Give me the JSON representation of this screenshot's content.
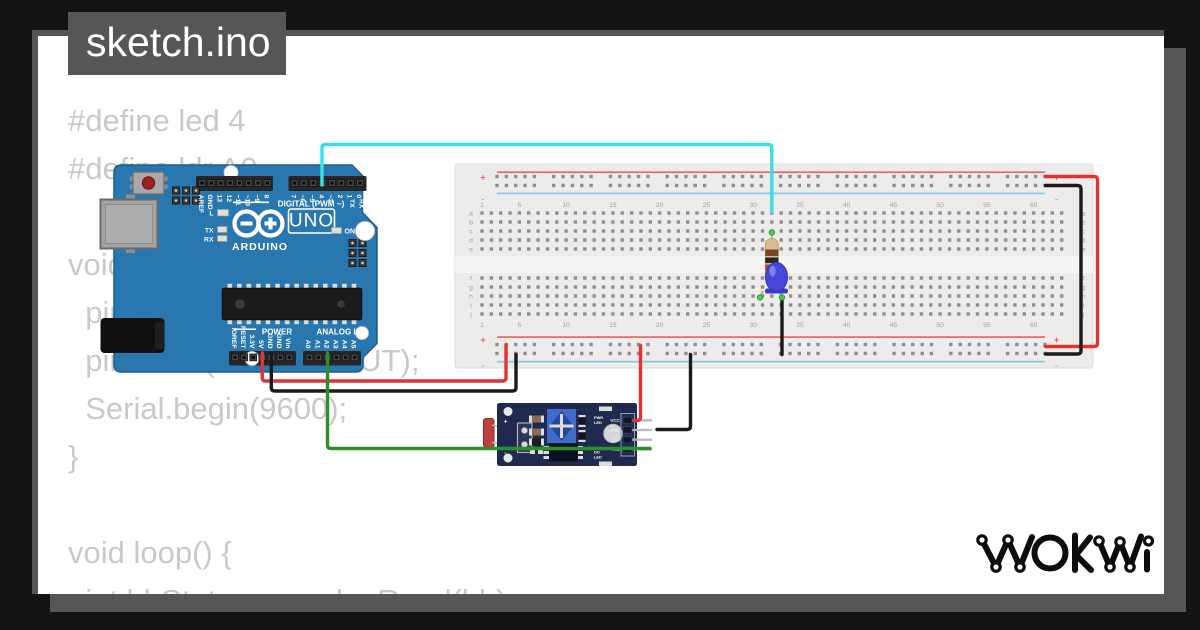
{
  "window": {
    "background": "#131313",
    "shadow_color": "#565656",
    "page_color": "#ffffff",
    "tab": {
      "label": "sketch.ino"
    }
  },
  "code": {
    "text_color": "#c9c9c9",
    "lines": [
      "#define led 4",
      "#define ldr A0",
      "",
      "void setup() {",
      "  pinMode(ldr, INPUT);",
      "  pinMode(led, OUTPUT);",
      "  Serial.begin(9600);",
      "}",
      "",
      "void loop() {",
      "  int ldrStatus = analogRead(ldr);"
    ]
  },
  "circuit": {
    "arduino": {
      "board_color": "#2878af",
      "brand": "ARDUINO",
      "model": "UNO",
      "digital_label": "DIGITAL (PWM ~)",
      "power_label": "POWER",
      "analog_label": "ANALOG IN",
      "on_label": "ON",
      "status_leds": [
        "L",
        "TX",
        "RX"
      ],
      "serial_pins": [
        "TX",
        "RX"
      ],
      "top_pins_left": [
        "AREF",
        "GND",
        "13",
        "12",
        "~11",
        "~10",
        "~9",
        "8"
      ],
      "top_pins_right": [
        "7",
        "~6",
        "~5",
        "4",
        "~3",
        "2",
        "1",
        "0"
      ],
      "power_pins": [
        "IOREF",
        "RESET",
        "3.3V",
        "5V",
        "GND",
        "GND",
        "Vin"
      ],
      "analog_pins": [
        "A0",
        "A1",
        "A2",
        "A3",
        "A4",
        "A5"
      ]
    },
    "breadboard": {
      "column_labels": [
        "1",
        "5",
        "10",
        "15",
        "20",
        "25",
        "30",
        "35",
        "40",
        "45",
        "50",
        "55",
        "60"
      ],
      "row_labels_top": [
        "a",
        "b",
        "c",
        "d",
        "e"
      ],
      "row_labels_bottom": [
        "f",
        "g",
        "h",
        "i",
        "j"
      ],
      "plus": "+",
      "minus": "-",
      "rail_red": "#e06a6a",
      "rail_blue": "#85c8e8"
    },
    "sensor_module": {
      "pin_labels": [
        "VCC",
        "GND",
        "DO",
        "AO"
      ],
      "pwr_led_label": [
        "PWR",
        "LED"
      ],
      "do_led_label": [
        "DO",
        "LED"
      ],
      "plus": "+",
      "minus": "-"
    },
    "parts": [
      {
        "type": "arduino-uno"
      },
      {
        "type": "breadboard"
      },
      {
        "type": "photoresistor-sensor-module"
      },
      {
        "type": "resistor",
        "bands": [
          "brown",
          "black",
          "red",
          "gold"
        ]
      },
      {
        "type": "led",
        "color": "blue"
      }
    ],
    "wires": [
      {
        "id": "wire-led-signal",
        "color": "#3ddde8",
        "from": "uno:4",
        "to": "breadboard:32t"
      },
      {
        "id": "wire-5v",
        "color": "#e23333",
        "from": "uno:5V",
        "to": "breadboard:bottom-plus"
      },
      {
        "id": "wire-gnd",
        "color": "#1a1a1a",
        "from": "uno:GND",
        "to": "breadboard:bottom-minus"
      },
      {
        "id": "wire-analog",
        "color": "#2c8f2c",
        "from": "uno:A2",
        "to": "module:AO"
      },
      {
        "id": "wire-module-vcc",
        "color": "#e23333",
        "from": "breadboard:bottom-plus",
        "to": "module:VCC"
      },
      {
        "id": "wire-module-gnd",
        "color": "#1a1a1a",
        "from": "breadboard:bottom-minus",
        "to": "module:GND"
      },
      {
        "id": "wire-rail-red",
        "color": "#e23333",
        "from": "breadboard:top-plus",
        "to": "breadboard:bottom-plus"
      },
      {
        "id": "wire-rail-black",
        "color": "#1a1a1a",
        "from": "breadboard:top-minus",
        "to": "breadboard:bottom-minus"
      },
      {
        "id": "wire-led-cathode",
        "color": "#1a1a1a",
        "from": "breadboard:33b",
        "to": "breadboard:bottom-minus"
      }
    ]
  },
  "logo": {
    "text": "WOKWi"
  }
}
